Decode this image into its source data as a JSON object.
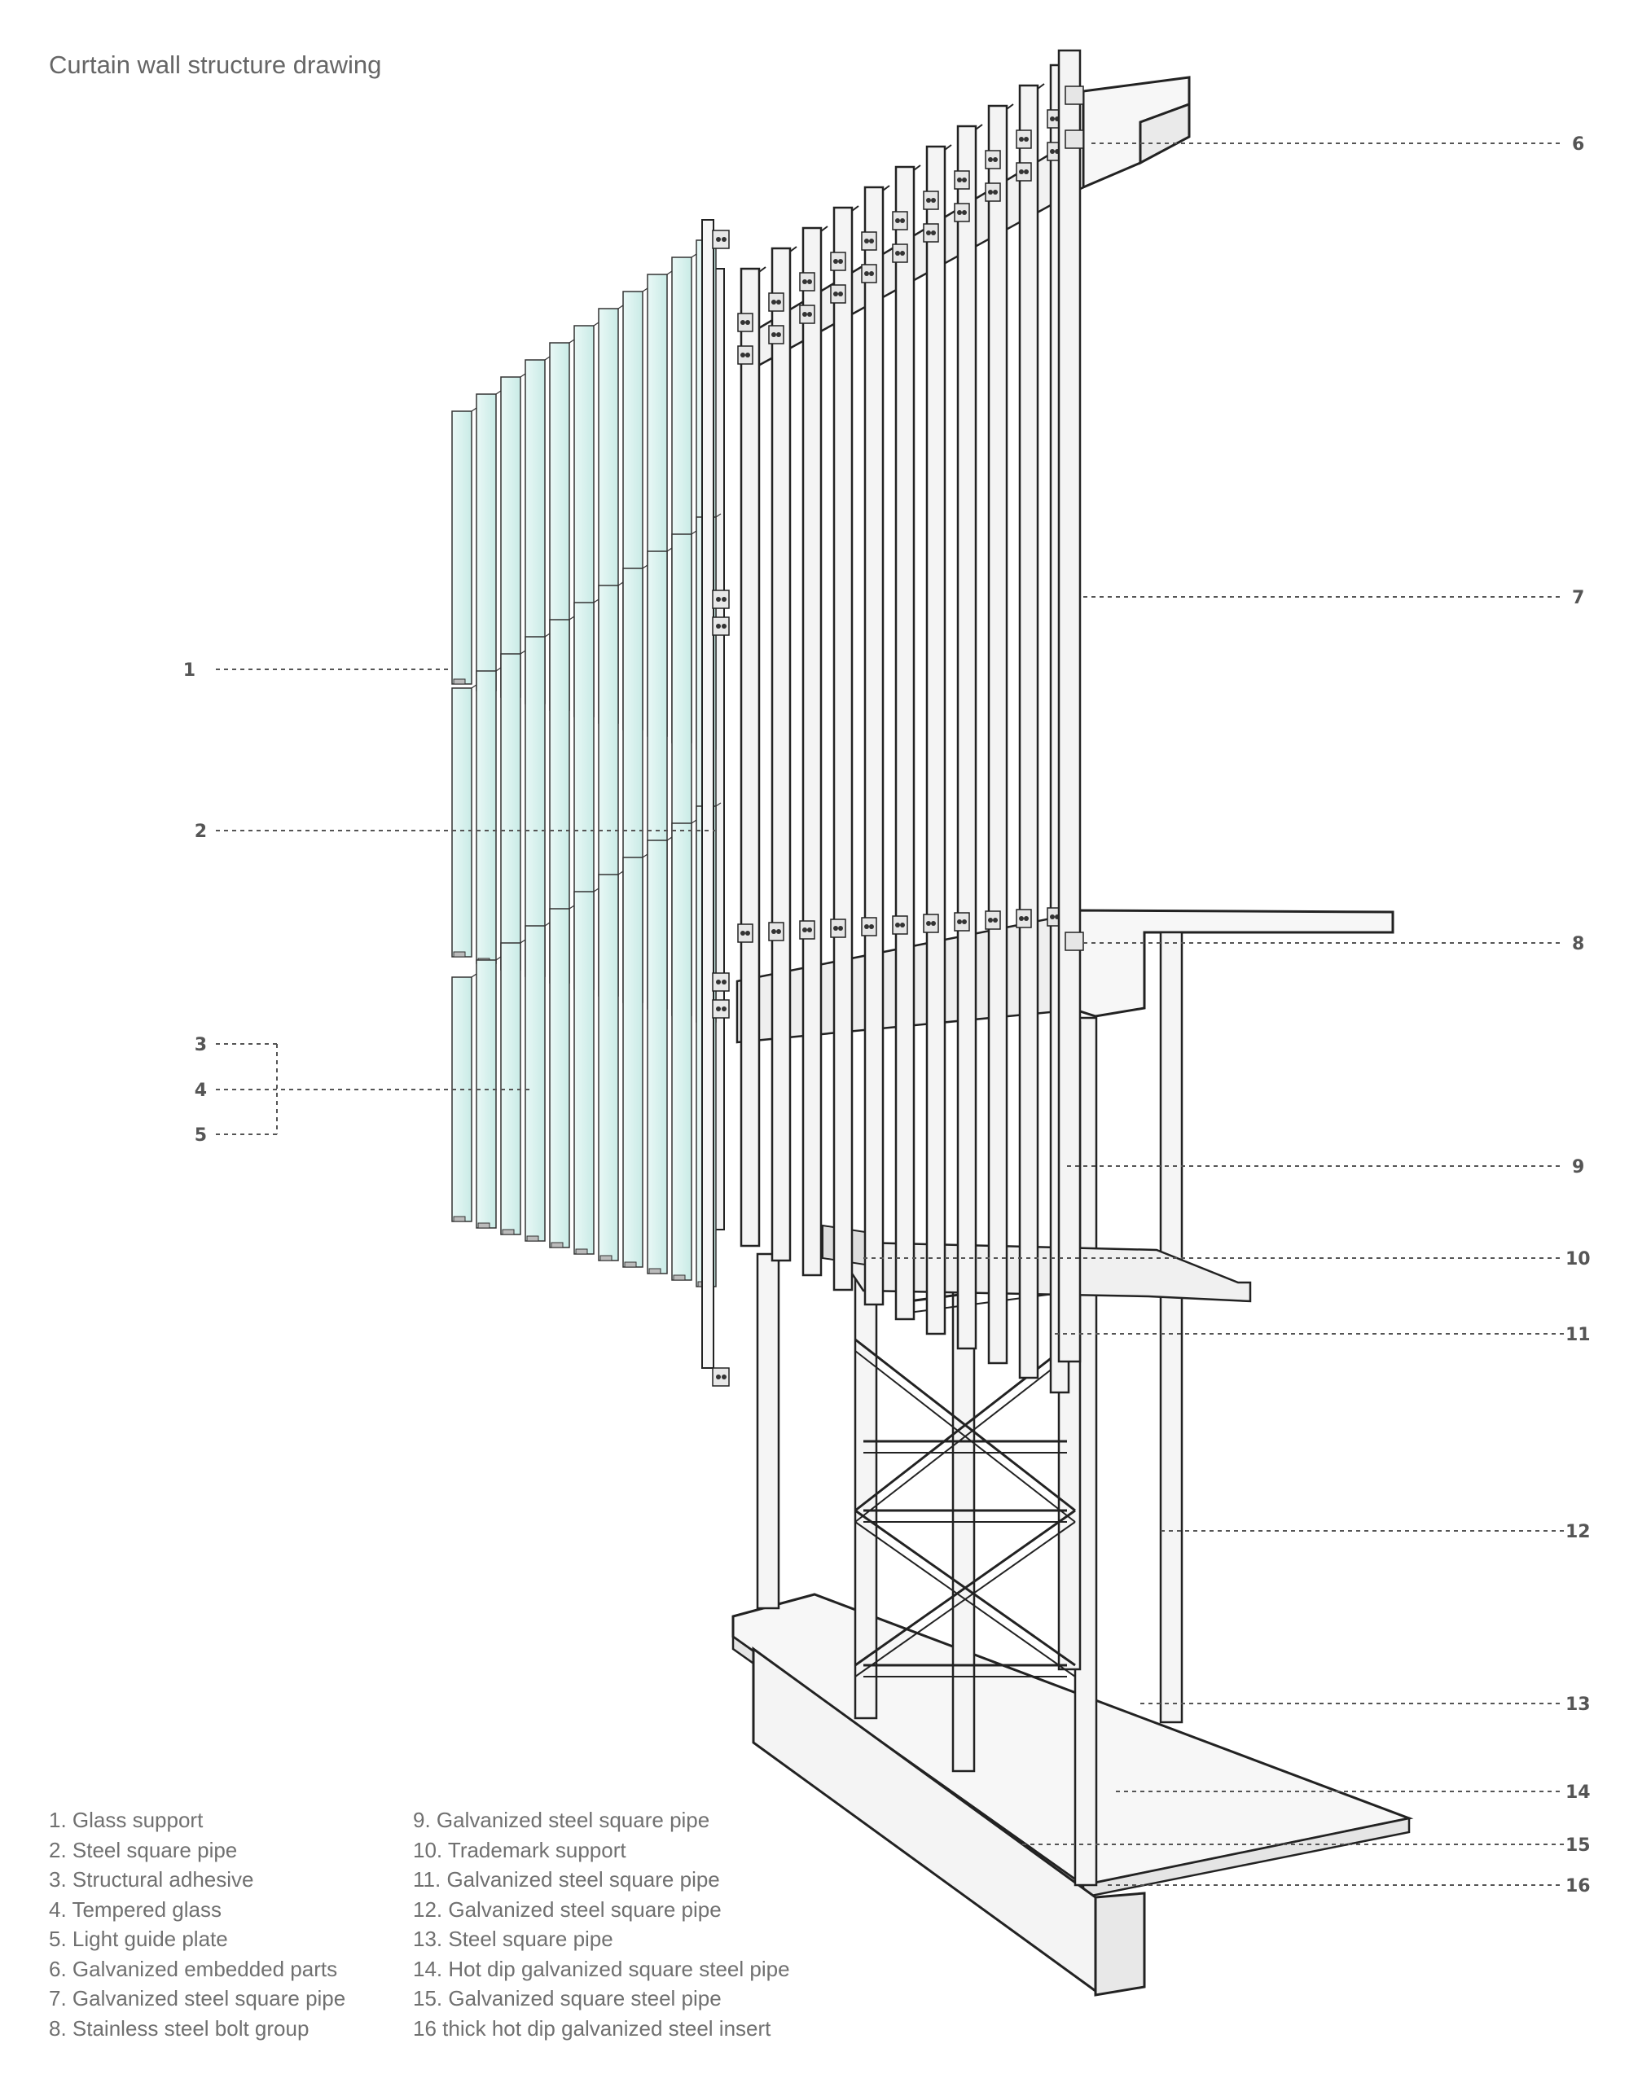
{
  "title": "Curtain wall structure drawing",
  "callouts": [
    "1",
    "2",
    "3",
    "4",
    "5",
    "6",
    "7",
    "8",
    "9",
    "10",
    "11",
    "12",
    "13",
    "14",
    "15",
    "16"
  ],
  "legend": {
    "left": [
      "1. Glass support",
      "2. Steel square pipe",
      "3. Structural adhesive",
      "4. Tempered glass",
      "5. Light guide plate",
      "6. Galvanized embedded parts",
      "7. Galvanized steel square pipe",
      "8. Stainless steel bolt group"
    ],
    "right": [
      "9. Galvanized steel square pipe",
      "10. Trademark support",
      "11. Galvanized steel square pipe",
      "12. Galvanized steel square pipe",
      "13. Steel square pipe",
      "14. Hot dip galvanized square steel pipe",
      "15. Galvanized square steel pipe",
      "16 thick hot dip galvanized steel insert"
    ]
  },
  "colors": {
    "text": "#707070",
    "line": "#222222",
    "glass": "#d8f1ef",
    "steel": "#f4f4f4",
    "leader": "#555555"
  }
}
